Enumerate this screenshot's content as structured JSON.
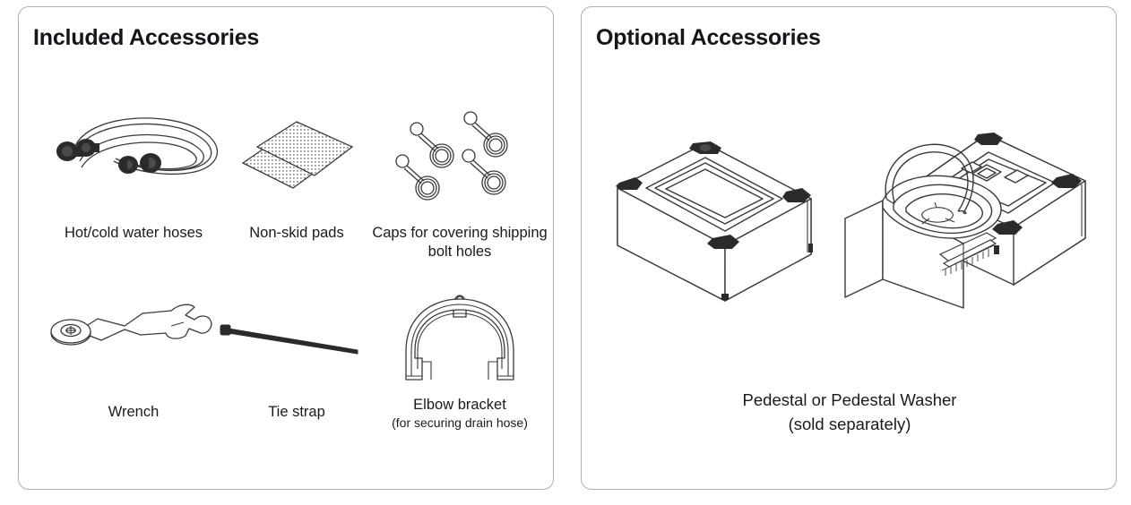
{
  "panels": {
    "included": {
      "title": "Included Accessories",
      "items": [
        {
          "name": "hoses",
          "label": "Hot/cold water hoses",
          "icon": "water-hoses-icon"
        },
        {
          "name": "pads",
          "label": "Non-skid pads",
          "icon": "non-skid-pads-icon"
        },
        {
          "name": "caps",
          "label": "Caps for covering shipping bolt holes",
          "icon": "bolt-hole-caps-icon"
        },
        {
          "name": "wrench",
          "label": "Wrench",
          "icon": "wrench-icon"
        },
        {
          "name": "tiestrap",
          "label": "Tie strap",
          "icon": "tie-strap-icon"
        },
        {
          "name": "elbow",
          "label": "Elbow bracket",
          "sublabel": "(for securing drain hose)",
          "icon": "elbow-bracket-icon"
        }
      ]
    },
    "optional": {
      "title": "Optional Accessories",
      "caption_line1": "Pedestal or Pedestal Washer",
      "caption_line2": "(sold separately)",
      "items": [
        {
          "name": "pedestal",
          "icon": "pedestal-icon"
        },
        {
          "name": "pedestal-washer",
          "icon": "pedestal-washer-icon"
        }
      ]
    }
  },
  "colors": {
    "panel_border": "#b0b0b0",
    "text": "#1a1a1a",
    "title": "#15151c",
    "line_art": "#3a3a3a",
    "dark_part": "#2b2b2b",
    "background": "#ffffff"
  }
}
